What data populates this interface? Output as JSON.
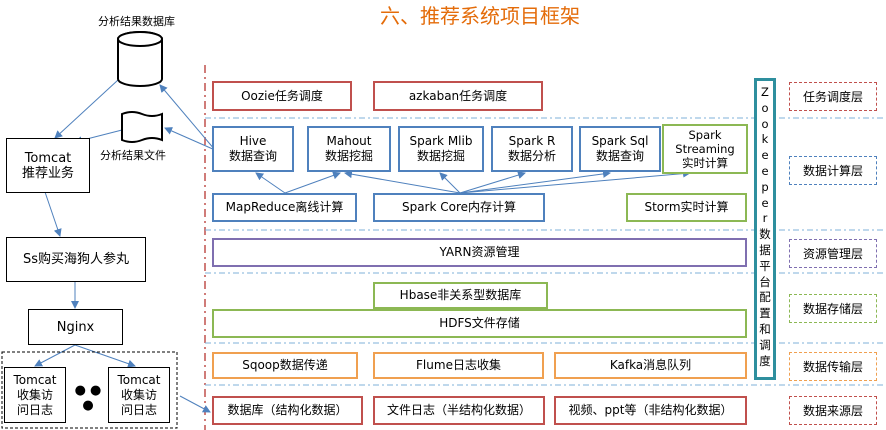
{
  "title": "六、推荐系统项目框架",
  "left": {
    "db_label": "分析结果数据库",
    "file_label": "分析结果文件",
    "tomcat_rec": "Tomcat\n推荐业务",
    "shop": "Ss购买海狗人参丸",
    "nginx": "Nginx",
    "tomcat_log1": "Tomcat\n收集访\n问日志",
    "tomcat_log2": "Tomcat\n收集访\n问日志",
    "dots": "● ● ●"
  },
  "scheduler": {
    "oozie": "Oozie任务调度",
    "azkaban": "azkaban任务调度"
  },
  "compute": {
    "hive": "Hive\n数据查询",
    "mahout": "Mahout\n数据挖掘",
    "mlib": "Spark Mlib\n数据挖掘",
    "sparkr": "Spark R\n数据分析",
    "sparksql": "Spark Sql\n数据查询",
    "streaming": "Spark\nStreaming\n实时计算",
    "mapreduce": "MapReduce离线计算",
    "sparkcore": "Spark Core内存计算",
    "storm": "Storm实时计算"
  },
  "resource": {
    "yarn": "YARN资源管理"
  },
  "storage": {
    "hbase": "Hbase非关系型数据库",
    "hdfs": "HDFS文件存储"
  },
  "transfer": {
    "sqoop": "Sqoop数据传递",
    "flume": "Flume日志收集",
    "kafka": "Kafka消息队列"
  },
  "source": {
    "db": "数据库（结构化数据）",
    "log": "文件日志（半结构化数据）",
    "media": "视频、ppt等（非结构化数据）"
  },
  "zookeeper": "Z\no\no\nk\ne\ne\np\ne\nr\n数\n据\n平\n台\n配\n置\n和\n调\n度",
  "layers": {
    "scheduler": "任务调度层",
    "compute": "数据计算层",
    "resource": "资源管理层",
    "storage": "数据存储层",
    "transfer": "数据传输层",
    "source": "数据来源层"
  }
}
